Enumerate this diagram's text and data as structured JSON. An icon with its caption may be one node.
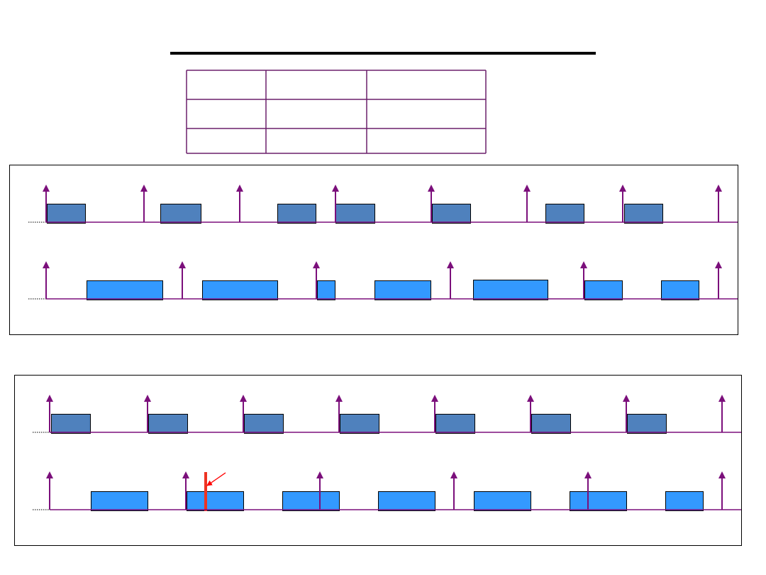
{
  "diagram": {
    "nodes": [
      {
        "text": [],
        "shape": "box"
      },
      {
        "text": [],
        "shape": "box"
      },
      {
        "text": [],
        "shape": "box",
        "in": 0
      },
      {
        "text": [],
        "shape": "box",
        "in": 0
      },
      {
        "text": [],
        "shape": "box",
        "in": 0
      },
      {
        "text": [],
        "shape": "box",
        "in": 0
      },
      {
        "text": [],
        "shape": "box",
        "in": 0
      },
      {
        "text": [],
        "shape": "box",
        "in": 0
      },
      {
        "text": [],
        "shape": "box",
        "in": 0
      },
      {
        "text": [],
        "shape": "box",
        "in": 0
      },
      {
        "text": [],
        "shape": "box",
        "in": 0
      },
      {
        "text": [],
        "shape": "box",
        "in": 0
      },
      {
        "text": [],
        "shape": "box",
        "in": 0
      },
      {
        "text": [],
        "shape": "box",
        "in": 0
      },
      {
        "text": [],
        "shape": "box",
        "in": 0
      },
      {
        "text": [],
        "shape": "box",
        "in": 0
      },
      {
        "text": [],
        "shape": "box",
        "in": 1
      },
      {
        "text": [],
        "shape": "box",
        "in": 1
      },
      {
        "text": [],
        "shape": "box",
        "in": 1
      },
      {
        "text": [],
        "shape": "box",
        "in": 1
      },
      {
        "text": [],
        "shape": "box",
        "in": 1
      },
      {
        "text": [],
        "shape": "box",
        "in": 1
      },
      {
        "text": [],
        "shape": "box",
        "in": 1
      },
      {
        "text": [],
        "shape": "box",
        "in": 1
      },
      {
        "text": [],
        "shape": "box",
        "in": 1
      },
      {
        "text": [],
        "shape": "box",
        "in": 1
      },
      {
        "text": [],
        "shape": "box",
        "in": 1
      },
      {
        "text": [],
        "shape": "box",
        "in": 1
      },
      {
        "text": [],
        "shape": "box",
        "in": 1
      },
      {
        "text": [],
        "shape": "box",
        "in": 1
      },
      {
        "text": [],
        "shape": "bar",
        "in": 1
      }
    ],
    "edges": [
      {
        "from": null,
        "to": 30,
        "arrow": "to",
        "color": "#ff0000"
      }
    ]
  }
}
